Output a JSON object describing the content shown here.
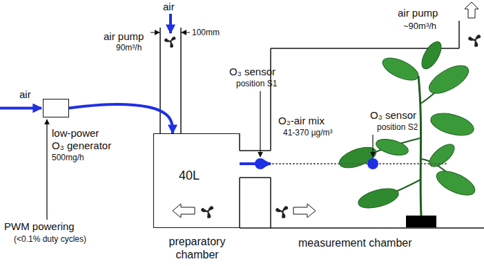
{
  "diagram": {
    "nodes": [
      {
        "text": [
          "low-power O₃ generator",
          "500mg/h"
        ]
      },
      {
        "text": [
          "40L",
          "preparatory chamber"
        ]
      },
      {
        "text": [
          "measurement chamber"
        ]
      }
    ],
    "edges": [
      {
        "from": 0,
        "to": 1,
        "arrow": "to"
      },
      {
        "from": 1,
        "to": 2,
        "arrow": "to"
      }
    ],
    "labels": [
      "air",
      "PWM powering",
      "(<0.1% duty cycles)",
      "air pump",
      "90m³/h",
      "air",
      "100mm",
      "O₃ sensor",
      "position S1",
      "O₃-air mix",
      "41-370 µg/m³",
      "O₃ sensor",
      "position S2",
      "air pump",
      "~90m³/h"
    ]
  }
}
